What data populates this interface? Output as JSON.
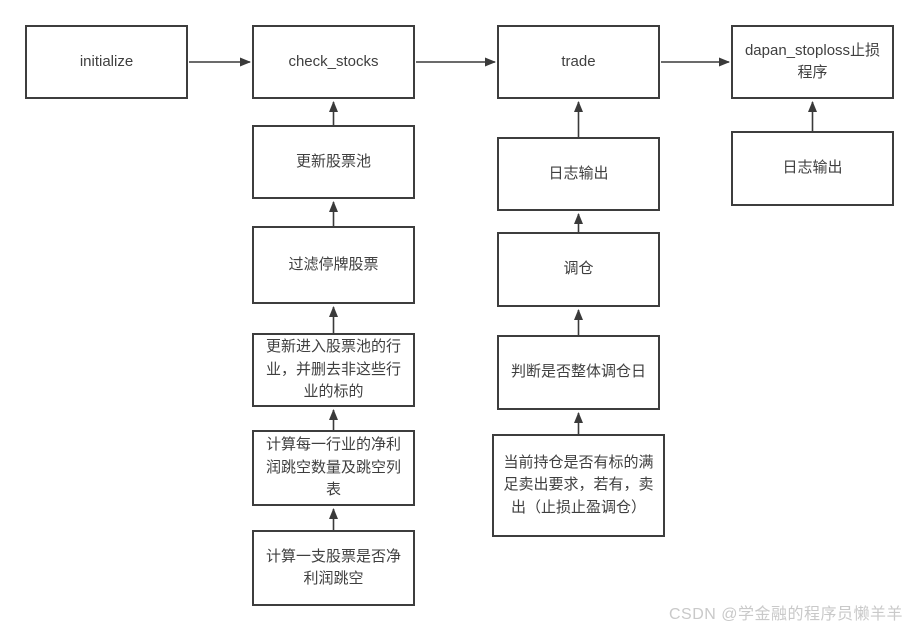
{
  "diagram": {
    "title": "strategy flow",
    "colors": {
      "border": "#3d3d3d",
      "arrow": "#3a3a3a",
      "text": "#3f3f3f",
      "background": "#ffffff",
      "watermark": "#c9c9c9"
    },
    "nodes": {
      "initialize": {
        "label": "initialize"
      },
      "check_stocks": {
        "label": "check_stocks"
      },
      "trade": {
        "label": "trade"
      },
      "dapan_stoploss": {
        "label": "dapan_stoploss止损程序"
      },
      "update_stock_pool": {
        "label": "更新股票池"
      },
      "filter_suspended": {
        "label": "过滤停牌股票"
      },
      "update_industries": {
        "label": "更新进入股票池的行业，并删去非这些行业的标的"
      },
      "calc_industry_gap": {
        "label": "计算每一行业的净利润跳空数量及跳空列表"
      },
      "calc_stock_gap": {
        "label": "计算一支股票是否净利润跳空"
      },
      "trade_log": {
        "label": "日志输出"
      },
      "rebalance": {
        "label": "调仓"
      },
      "judge_rebalance_day": {
        "label": "判断是否整体调仓日"
      },
      "check_holdings_sell": {
        "label": "当前持仓是否有标的满足卖出要求，若有，卖出（止损止盈调仓）"
      },
      "dapan_log": {
        "label": "日志输出"
      }
    },
    "edges": [
      {
        "from": "initialize",
        "to": "check_stocks"
      },
      {
        "from": "check_stocks",
        "to": "trade"
      },
      {
        "from": "trade",
        "to": "dapan_stoploss"
      },
      {
        "from": "update_stock_pool",
        "to": "check_stocks"
      },
      {
        "from": "filter_suspended",
        "to": "update_stock_pool"
      },
      {
        "from": "update_industries",
        "to": "filter_suspended"
      },
      {
        "from": "calc_industry_gap",
        "to": "update_industries"
      },
      {
        "from": "calc_stock_gap",
        "to": "calc_industry_gap"
      },
      {
        "from": "trade_log",
        "to": "trade"
      },
      {
        "from": "rebalance",
        "to": "trade_log"
      },
      {
        "from": "judge_rebalance_day",
        "to": "rebalance"
      },
      {
        "from": "check_holdings_sell",
        "to": "judge_rebalance_day"
      },
      {
        "from": "dapan_log",
        "to": "dapan_stoploss"
      }
    ]
  },
  "watermark": {
    "text": "CSDN @学金融的程序员懒羊羊"
  }
}
